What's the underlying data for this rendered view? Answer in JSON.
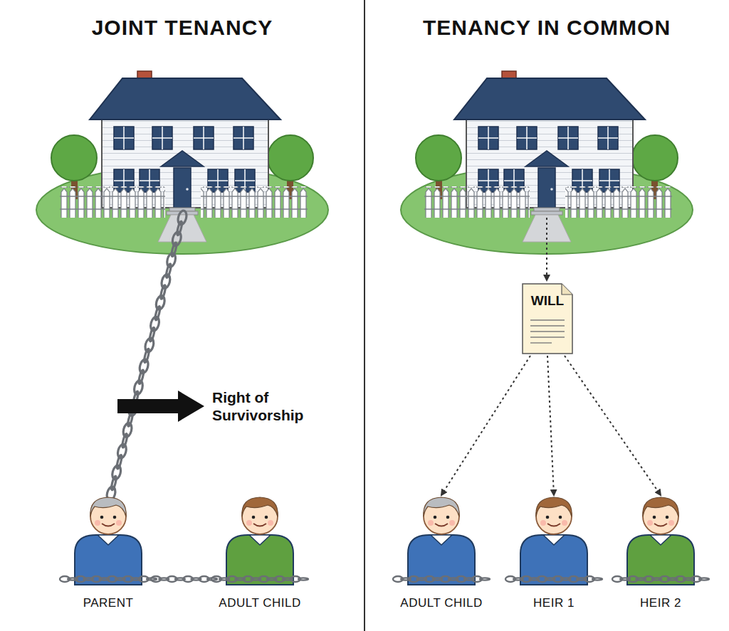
{
  "diagram": {
    "nodes": [
      {
        "text": [
          "PARENT"
        ]
      },
      {
        "text": [
          "ADULT CHILD"
        ]
      },
      {
        "text": [
          "WILL"
        ]
      },
      {
        "text": [
          "ADULT CHILD"
        ]
      },
      {
        "text": [
          "HEIR 1"
        ]
      },
      {
        "text": [
          "HEIR 2"
        ]
      }
    ],
    "edges": [
      {
        "from": 0,
        "to": 1,
        "arrow": "none"
      },
      {
        "from": 2,
        "to": 3,
        "arrow": "to"
      },
      {
        "from": 2,
        "to": 4,
        "arrow": "to"
      },
      {
        "from": 2,
        "to": 5,
        "arrow": "to"
      }
    ],
    "labels": [
      "JOINT TENANCY",
      "TENANCY IN COMMON",
      "Right of Survivorship"
    ]
  }
}
